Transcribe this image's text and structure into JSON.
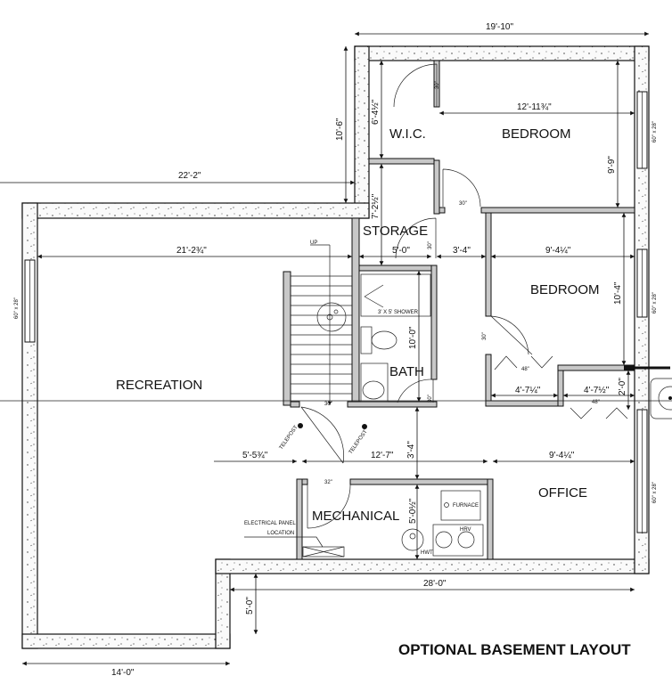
{
  "title": "OPTIONAL BASEMENT LAYOUT",
  "rooms": {
    "wic": "W.I.C.",
    "bedroom1": "BEDROOM",
    "storage": "STORAGE",
    "bedroom2": "BEDROOM",
    "recreation": "RECREATION",
    "bath": "BATH",
    "mechanical": "MECHANICAL",
    "office": "OFFICE"
  },
  "dims": {
    "top_overall": "19'-10\"",
    "upper_left_height": "10'-6\"",
    "recreation_top": "22'-2\"",
    "recreation_inner": "21'-2¾\"",
    "wic_height": "6'-4½\"",
    "bedroom1_width": "12'-11¾\"",
    "bedroom1_height": "9'-9\"",
    "storage_height": "7'-2½\"",
    "storage_width": "5'-0\"",
    "hall_width": "3'-4\"",
    "bedroom2_width": "9'-4¼\"",
    "bedroom2_height": "10'-4\"",
    "bath_height": "10'-0\"",
    "closet1_width": "4'-7¼\"",
    "closet2_width": "4'-7½\"",
    "closet_depth": "2'-0\"",
    "mech_left": "5'-5¾\"",
    "mech_width": "12'-7\"",
    "office_width": "9'-4¼\"",
    "hall_depth": "3'-4\"",
    "mech_depth": "5'-0½\"",
    "bottom_overall": "28'-0\"",
    "bottom_left_height": "5'-0\"",
    "bottom_left_width": "14'-0\""
  },
  "notes": {
    "up": "UP",
    "shower": "3' X 5' SHOWER",
    "teleport_left": "TELEPOST",
    "teleport_right": "TELEPOST",
    "door30_stair": "30\"",
    "door30_wic": "30\"",
    "door30_bed1": "30\"",
    "door30_storage": "30\"",
    "door30_bed2": "30\"",
    "door30_bath": "30\"",
    "door32_mech": "32\"",
    "door48_a": "48\"",
    "door48_b": "48\"",
    "electrical_panel_1": "ELECTRICAL PANEL",
    "electrical_panel_2": "LOCATION",
    "furnace": "FURNACE",
    "hrv": "HRV",
    "hwt": "HWT",
    "window_left": "60\" x 28\"",
    "window_right1": "60\" x 28\"",
    "window_right2": "60\" x 28\"",
    "window_right3": "60\" x 28\""
  }
}
